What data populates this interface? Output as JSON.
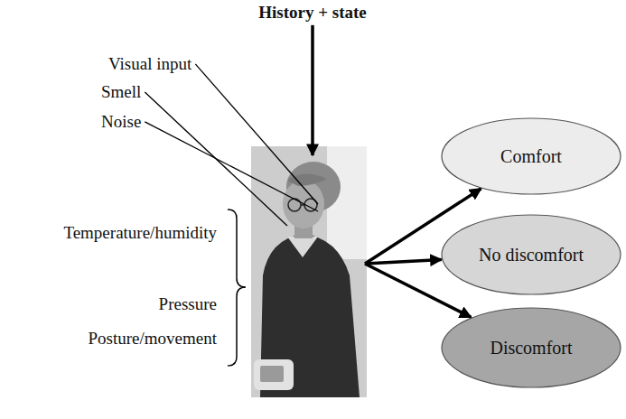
{
  "diagram": {
    "nodes": [
      {
        "text": [
          "Comfort"
        ]
      },
      {
        "text": [
          "No discomfort"
        ]
      },
      {
        "text": [
          "Discomfort"
        ]
      }
    ],
    "labels": [
      "History + state",
      "Visual input",
      "Smell",
      "Noise",
      "Temperature/humidity",
      "Pressure",
      "Posture/movement"
    ]
  }
}
